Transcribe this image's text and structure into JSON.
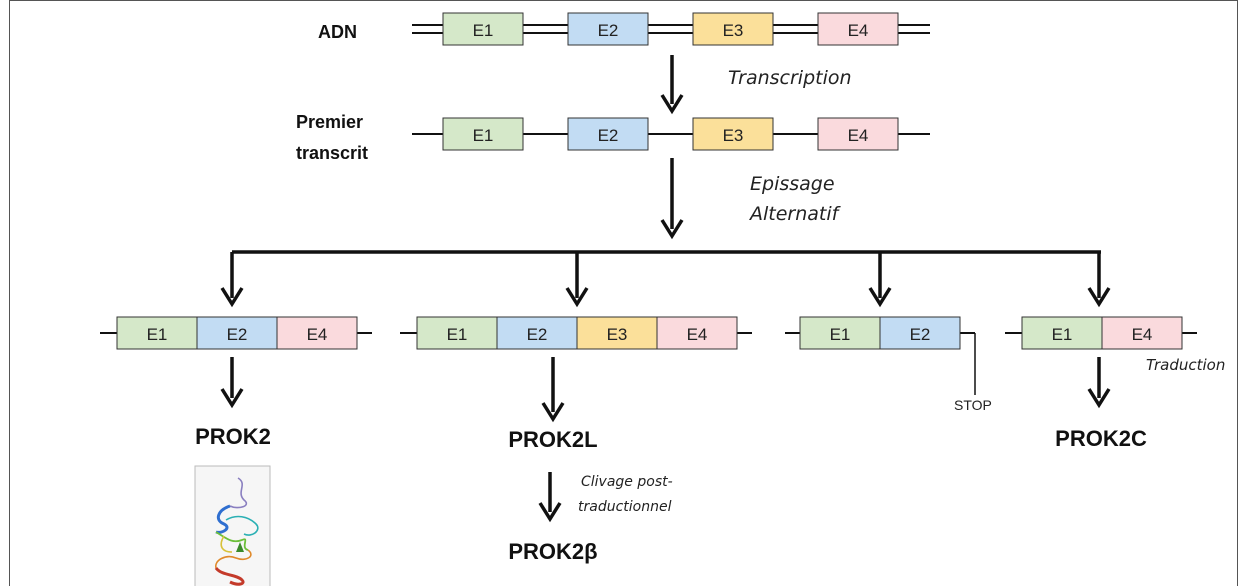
{
  "labels": {
    "dna": "ADN",
    "premier_line1": "Premier",
    "premier_line2": "transcrit",
    "transcription": "Transcription",
    "epissage_line1": "Epissage",
    "epissage_line2": "Alternatif",
    "traduction": "Traduction",
    "stop": "STOP",
    "clivage_line1": "Clivage post-",
    "clivage_line2": "traductionnel"
  },
  "exons": {
    "e1": "E1",
    "e2": "E2",
    "e3": "E3",
    "e4": "E4"
  },
  "proteins": {
    "prok2": "PROK2",
    "prok2l": "PROK2L",
    "prok2c": "PROK2C",
    "prok2beta": "PROK2β"
  },
  "colors": {
    "e1": "#d5e8c9",
    "e2": "#c2dcf3",
    "e3": "#fbe09a",
    "e4": "#fadadd"
  }
}
